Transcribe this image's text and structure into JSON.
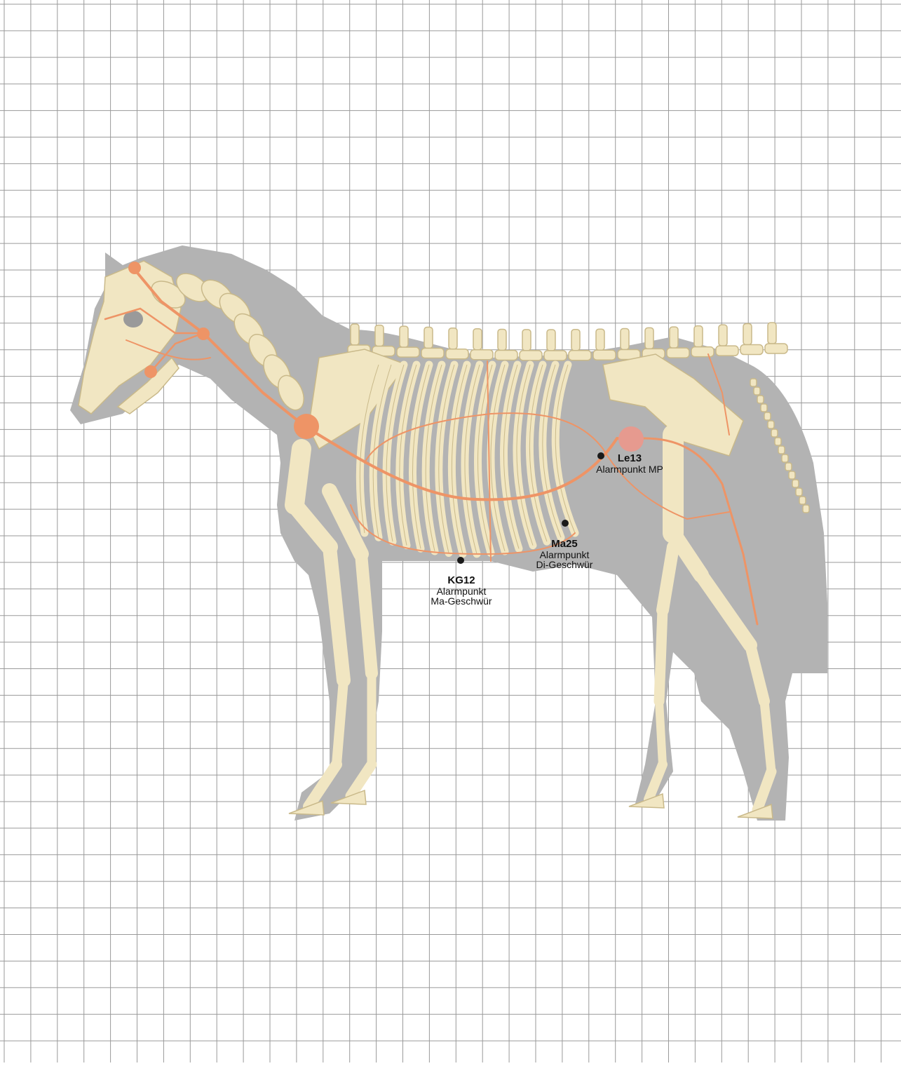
{
  "colors": {
    "grid_line": "#9a9a9a",
    "background": "#ffffff",
    "silhouette": "#b3b3b3",
    "bone": "#f1e6c2",
    "bone_outline": "#c9b98a",
    "meridian": "#ee9466",
    "point_large": "#ee9466",
    "point_pink": "#e69a8f",
    "point_marker": "#1a1a1a"
  },
  "figure": {
    "subject": "horse-skeleton-with-silhouette",
    "icon": "horse-skeleton-icon"
  },
  "points": [
    {
      "id": "le13",
      "code": "Le13",
      "lines": [
        "Alarmpunkt MP"
      ]
    },
    {
      "id": "ma25",
      "code": "Ma25",
      "lines": [
        "Alarmpunkt",
        "Di-Geschwür"
      ]
    },
    {
      "id": "kg12",
      "code": "KG12",
      "lines": [
        "Alarmpunkt",
        "Ma-Geschwür"
      ]
    }
  ]
}
